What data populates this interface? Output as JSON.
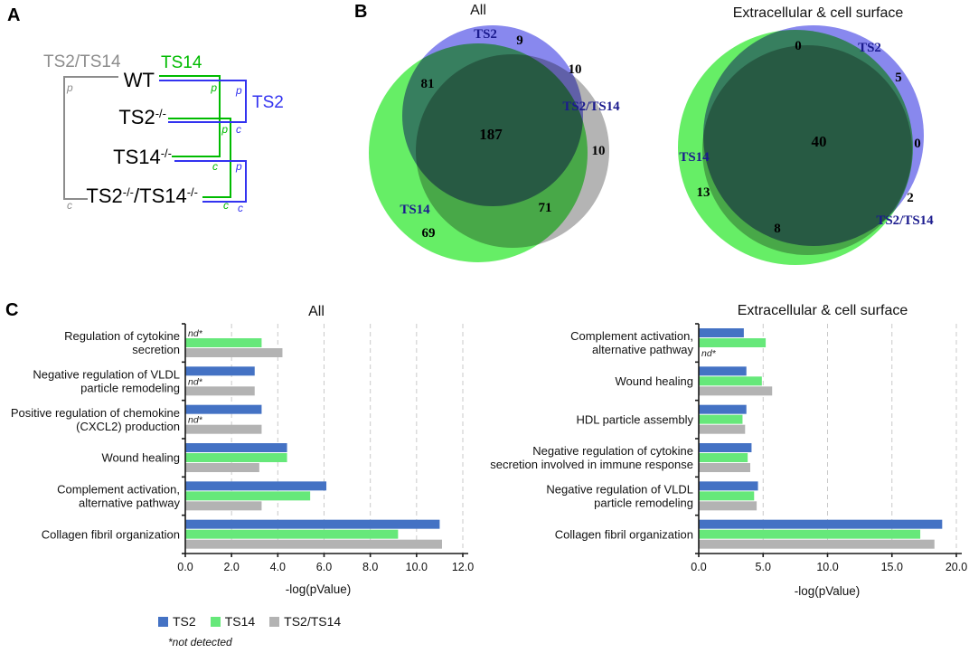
{
  "panels": {
    "a": "A",
    "b": "B",
    "c": "C"
  },
  "panel_a": {
    "group_labels": {
      "gray": "TS2/TS14",
      "green": "TS14",
      "blue": "TS2"
    },
    "rows": [
      [
        "WT"
      ],
      [
        "TS2",
        "-/-"
      ],
      [
        "TS14",
        "-/-"
      ],
      [
        "TS2",
        "-/-",
        "/TS14",
        "-/-"
      ]
    ],
    "edge": {
      "p": "p",
      "c": "c"
    }
  },
  "colors": {
    "tree_gray": "#8C8C8C",
    "tree_green": "#00BB00",
    "tree_blue": "#3333F0",
    "venn_label": "#1B1B8E"
  },
  "legend": {
    "note": "*not detected"
  },
  "chart_data": [
    {
      "type": "venn",
      "title": "All",
      "sets": [
        "TS2",
        "TS14",
        "TS2/TS14"
      ],
      "colors": {
        "TS2": "#8888EE",
        "TS14": "#66EE66",
        "TS2TS14": "#B4B4B4"
      },
      "regions": {
        "TS2_only": 9,
        "TS2_and_TS14": 81,
        "TS2_and_TS2TS14": 10,
        "center": 187,
        "TS2TS14_only": 10,
        "TS14_and_TS2TS14": 71,
        "TS14_only": 69
      }
    },
    {
      "type": "venn",
      "title": "Extracellular & cell surface",
      "sets": [
        "TS2",
        "TS14",
        "TS2/TS14"
      ],
      "colors": {
        "TS2": "#8888EE",
        "TS14": "#66EE66",
        "TS2TS14": "#B4B4B4"
      },
      "regions": {
        "TS2_and_TS14": 0,
        "TS2_only": 5,
        "center": 40,
        "TS2_and_TS2TS14": 0,
        "TS14_only": 13,
        "TS2TS14_only": 2,
        "TS14_and_TS2TS14": 8
      }
    },
    {
      "type": "bar",
      "orientation": "horizontal",
      "title": "All",
      "xlabel": "-log(pValue)",
      "xlim": [
        0,
        12
      ],
      "xticks": [
        0,
        2,
        4,
        6,
        8,
        10,
        12
      ],
      "xtick_labels": [
        "0.0",
        "2.0",
        "4.0",
        "6.0",
        "8.0",
        "10.0",
        "12.0"
      ],
      "nd_label": "nd*",
      "series": [
        {
          "name": "TS2",
          "color": "#4472C4"
        },
        {
          "name": "TS14",
          "color": "#66E87A"
        },
        {
          "name": "TS2/TS14",
          "color": "#B3B3B3"
        }
      ],
      "categories": [
        {
          "lines": [
            "Regulation of cytokine",
            "secretion"
          ],
          "values": [
            null,
            3.3,
            4.2
          ]
        },
        {
          "lines": [
            "Negative regulation of VLDL",
            "particle remodeling"
          ],
          "values": [
            3.0,
            null,
            3.0
          ]
        },
        {
          "lines": [
            "Positive regulation of chemokine",
            "(CXCL2) production"
          ],
          "values": [
            3.3,
            null,
            3.3
          ]
        },
        {
          "lines": [
            "Wound healing"
          ],
          "values": [
            4.4,
            4.4,
            3.2
          ]
        },
        {
          "lines": [
            "Complement activation,",
            "alternative pathway"
          ],
          "values": [
            6.1,
            5.4,
            3.3
          ]
        },
        {
          "lines": [
            "Collagen fibril organization"
          ],
          "values": [
            11.0,
            9.2,
            11.1
          ]
        }
      ]
    },
    {
      "type": "bar",
      "orientation": "horizontal",
      "title": "Extracellular & cell surface",
      "xlabel": "-log(pValue)",
      "xlim": [
        0,
        20
      ],
      "xticks": [
        0,
        5,
        10,
        15,
        20
      ],
      "xtick_labels": [
        "0.0",
        "5.0",
        "10.0",
        "15.0",
        "20.0"
      ],
      "nd_label": "nd*",
      "series": [
        {
          "name": "TS2",
          "color": "#4472C4"
        },
        {
          "name": "TS14",
          "color": "#66E87A"
        },
        {
          "name": "TS2/TS14",
          "color": "#B3B3B3"
        }
      ],
      "categories": [
        {
          "lines": [
            "Complement activation,",
            "alternative pathway"
          ],
          "values": [
            3.5,
            5.2,
            null
          ]
        },
        {
          "lines": [
            "Wound healing"
          ],
          "values": [
            3.7,
            4.9,
            5.7
          ]
        },
        {
          "lines": [
            "HDL particle assembly"
          ],
          "values": [
            3.7,
            3.4,
            3.6
          ]
        },
        {
          "lines": [
            "Negative regulation of cytokine",
            "secretion involved in immune response"
          ],
          "values": [
            4.1,
            3.8,
            4.0
          ]
        },
        {
          "lines": [
            "Negative regulation of VLDL",
            "particle remodeling"
          ],
          "values": [
            4.6,
            4.3,
            4.5
          ]
        },
        {
          "lines": [
            "Collagen fibril organization"
          ],
          "values": [
            18.9,
            17.2,
            18.3
          ]
        }
      ]
    }
  ]
}
